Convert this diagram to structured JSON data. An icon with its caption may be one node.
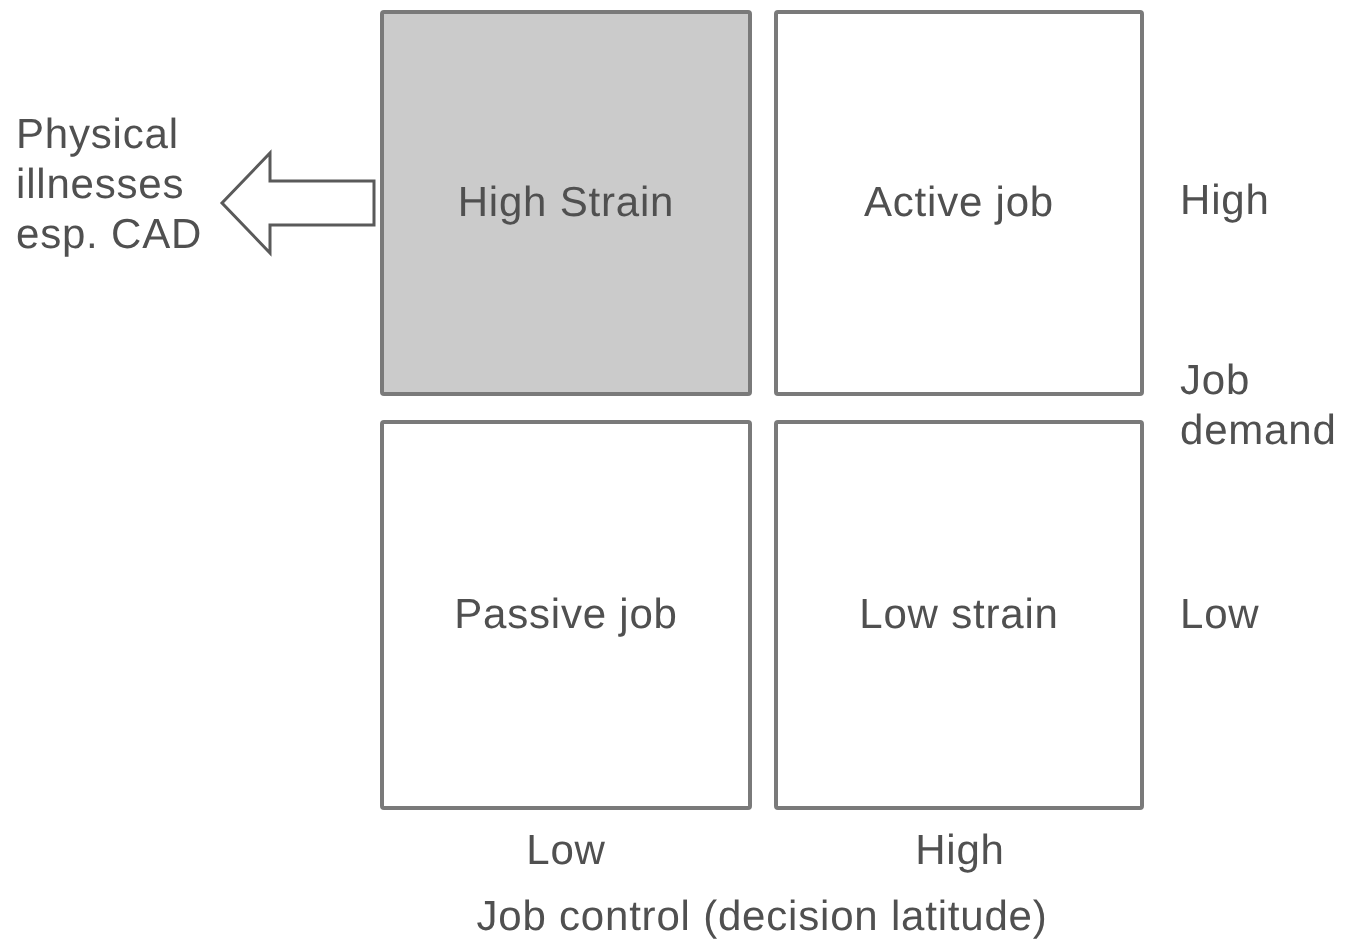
{
  "diagram": {
    "nodes": [
      {
        "text": [
          "Physical illnesses esp. CAD"
        ]
      },
      {
        "text": [
          "High Strain"
        ]
      },
      {
        "text": [
          "Active job"
        ]
      },
      {
        "text": [
          "Passive job"
        ]
      },
      {
        "text": [
          "Low strain"
        ]
      }
    ],
    "edges": [
      {
        "from": 1,
        "to": 0,
        "arrow": "to"
      }
    ],
    "labels": [
      "High",
      "Job demand",
      "Low",
      "Low",
      "High",
      "Job control (decision latitude)"
    ]
  }
}
